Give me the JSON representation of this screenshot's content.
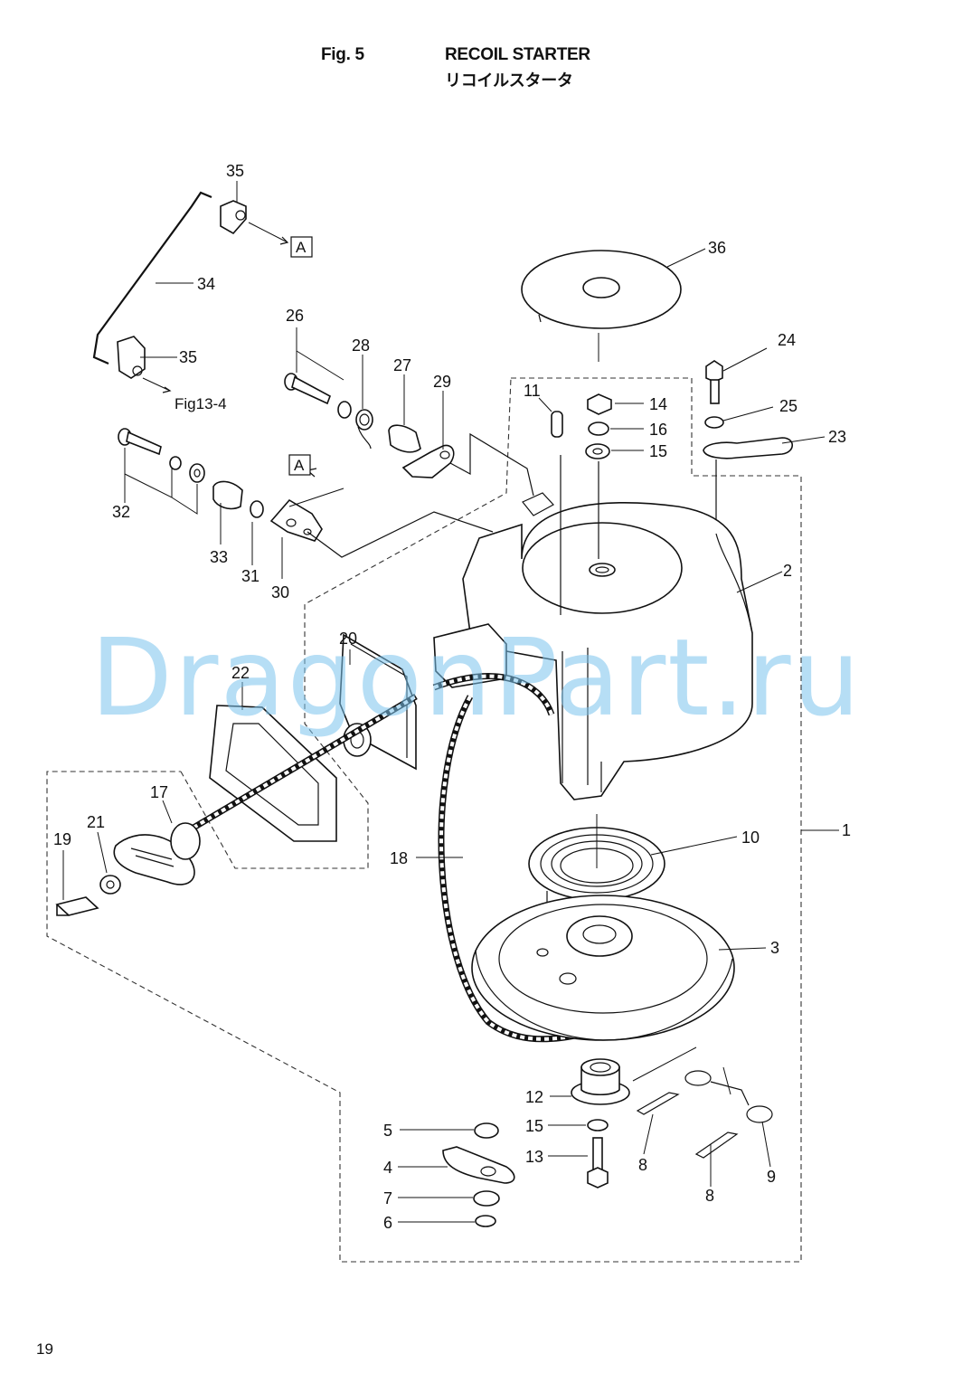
{
  "header": {
    "fig_label": "Fig. 5",
    "title_en": "RECOIL STARTER",
    "title_jp": "リコイルスタータ"
  },
  "page_number": "19",
  "watermark": "DragonPart.ru",
  "colors": {
    "watermark": "#7cc4ee",
    "line": "#111111"
  },
  "callouts": {
    "c1": "1",
    "c2": "2",
    "c3": "3",
    "c4": "4",
    "c5": "5",
    "c6": "6",
    "c7": "7",
    "c8a": "8",
    "c8b": "8",
    "c9": "9",
    "c10": "10",
    "c11": "11",
    "c12": "12",
    "c13": "13",
    "c14": "14",
    "c15a": "15",
    "c15b": "15",
    "c16": "16",
    "c17": "17",
    "c18": "18",
    "c19": "19",
    "c20": "20",
    "c21": "21",
    "c22": "22",
    "c23": "23",
    "c24": "24",
    "c25": "25",
    "c26": "26",
    "c27": "27",
    "c28": "28",
    "c29": "29",
    "c30": "30",
    "c31": "31",
    "c32": "32",
    "c33": "33",
    "c34": "34",
    "c35a": "35",
    "c35b": "35",
    "c36": "36"
  },
  "refs": {
    "box_a_1": "A",
    "box_a_2": "A",
    "fig_ref": "Fig13-4"
  }
}
